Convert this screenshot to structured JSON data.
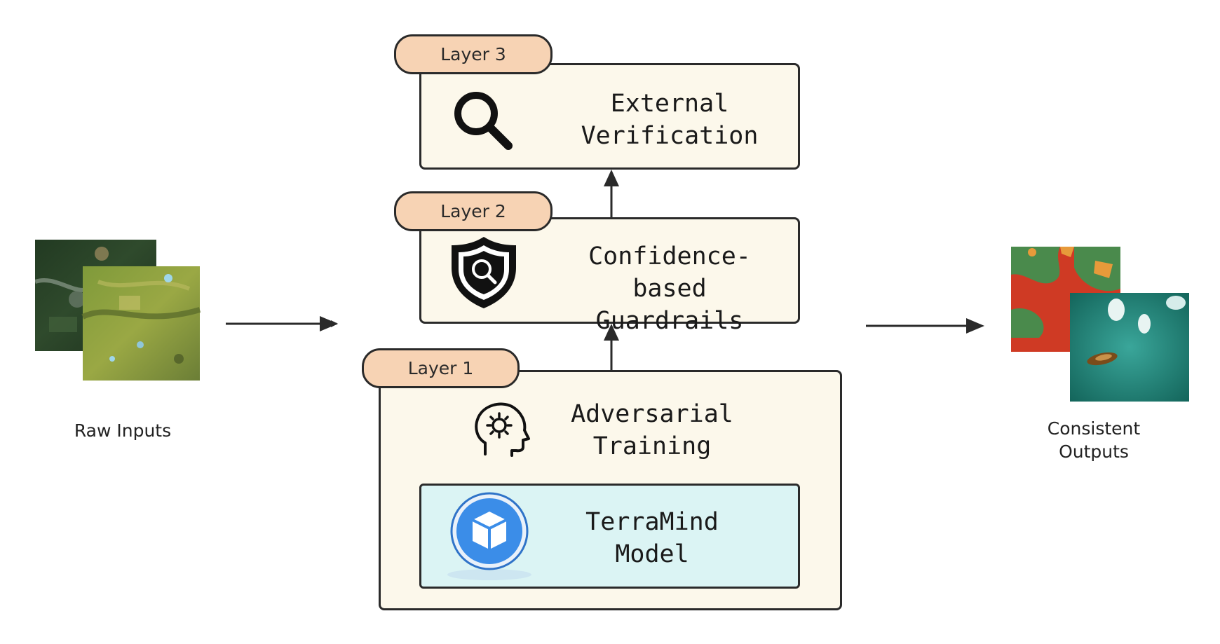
{
  "left": {
    "caption": "Raw Inputs"
  },
  "right": {
    "caption": "Consistent\nOutputs"
  },
  "layers": [
    {
      "tab": "Layer 3",
      "title": "External\nVerification",
      "icon": "magnifier-icon"
    },
    {
      "tab": "Layer 2",
      "title": "Confidence-based\nGuardrails",
      "icon": "shield-search-icon"
    },
    {
      "tab": "Layer 1",
      "title": "Adversarial\nTraining",
      "icon": "head-gear-icon"
    }
  ],
  "model": {
    "title": "TerraMind\nModel",
    "icon": "cube-icon"
  },
  "colors": {
    "layer_fill": "#fcf8eb",
    "tab_fill": "#f7d3b4",
    "model_fill": "#dbf4f4",
    "cube_blue": "#3b8de8",
    "outline": "#2a2a2a"
  }
}
